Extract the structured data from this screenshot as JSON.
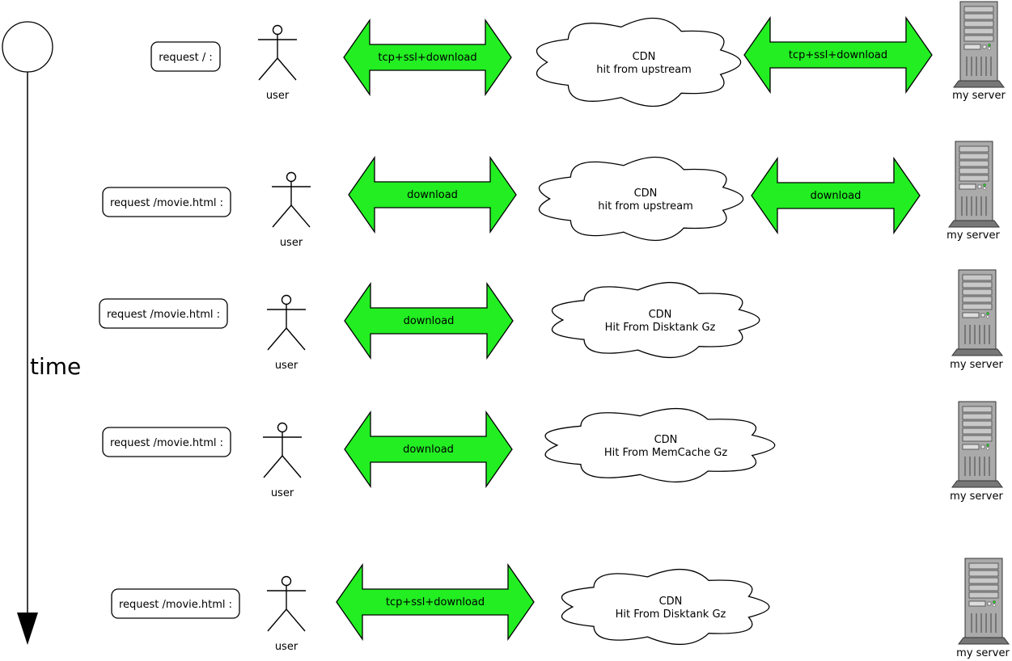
{
  "timeline": {
    "label": "time"
  },
  "colors": {
    "arrow_fill": "#22ee22",
    "arrow_stroke": "#000000",
    "server_body": "#aaaaaa"
  },
  "rows": [
    {
      "request": "request / :",
      "user": "user",
      "arrow1": "tcp+ssl+download",
      "cdn_title": "CDN",
      "cdn_status": "hit from upstream",
      "arrow2": "tcp+ssl+download",
      "server": "my server"
    },
    {
      "request": "request /movie.html :",
      "user": "user",
      "arrow1": "download",
      "cdn_title": "CDN",
      "cdn_status": "hit from upstream",
      "arrow2": "download",
      "server": "my server"
    },
    {
      "request": "request /movie.html :",
      "user": "user",
      "arrow1": "download",
      "cdn_title": "CDN",
      "cdn_status": "Hit From Disktank Gz",
      "arrow2": "",
      "server": "my server"
    },
    {
      "request": "request /movie.html :",
      "user": "user",
      "arrow1": "download",
      "cdn_title": "CDN",
      "cdn_status": "Hit From MemCache Gz",
      "arrow2": "",
      "server": "my server"
    },
    {
      "request": "request /movie.html :",
      "user": "user",
      "arrow1": "tcp+ssl+download",
      "cdn_title": "CDN",
      "cdn_status": "Hit From Disktank Gz",
      "arrow2": "",
      "server": "my server"
    }
  ]
}
